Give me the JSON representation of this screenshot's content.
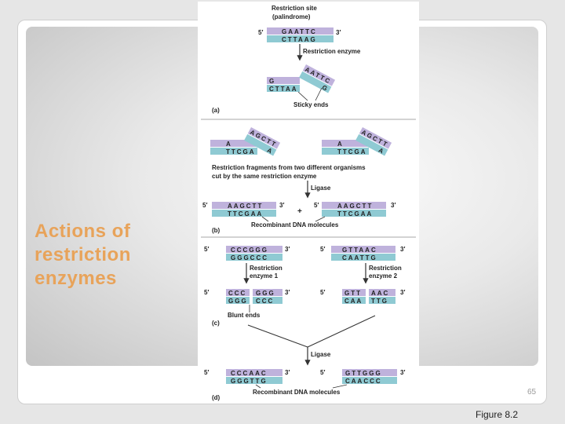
{
  "slide": {
    "title": "Actions of restriction enzymes",
    "page_number": "65",
    "caption": "Figure 8.2"
  },
  "figure": {
    "a": {
      "panel_label": "(a)",
      "header_line1": "Restriction site",
      "header_line2": "(palindrome)",
      "prime5": "5′",
      "prime3": "3′",
      "top_strand": "GAATTC",
      "bottom_strand": "CTTAAG",
      "enzyme_label": "Restriction enzyme",
      "left_top": "G",
      "left_bottom": "CTTAA",
      "right_top": "AATTC",
      "right_bottom": "G",
      "sticky_label": "Sticky ends"
    },
    "b": {
      "panel_label": "(b)",
      "frag_left_top": "A",
      "frag_left_bottom": "TTCGA",
      "frag_left_overhang": "AGCTT",
      "frag_left_end": "A",
      "frag_right_top": "A",
      "frag_right_bottom": "TTCGA",
      "frag_right_overhang": "AGCTT",
      "frag_right_end": "A",
      "desc_line1": "Restriction fragments from two different organisms",
      "desc_line2": "cut by the same restriction enzyme",
      "ligase_label": "Ligase",
      "prime5": "5′",
      "prime3": "3′",
      "result_top": "AAGCTT",
      "result_bottom": "TTCGAA",
      "plus": "+",
      "recombinant_label": "Recombinant DNA molecules"
    },
    "c": {
      "panel_label": "(c)",
      "prime5": "5′",
      "prime3": "3′",
      "left_top": "CCCGGG",
      "left_bottom": "GGGCCC",
      "right_top": "GTTAAC",
      "right_bottom": "CAATTG",
      "enzyme1_line1": "Restriction",
      "enzyme1_line2": "enzyme 1",
      "enzyme2_line1": "Restriction",
      "enzyme2_line2": "enzyme 2",
      "cut_left_top_a": "CCC",
      "cut_left_top_b": "GGG",
      "cut_left_bottom_a": "GGG",
      "cut_left_bottom_b": "CCC",
      "cut_right_top_a": "GTT",
      "cut_right_top_b": "AAC",
      "cut_right_bottom_a": "CAA",
      "cut_right_bottom_b": "TTG",
      "blunt_label": "Blunt ends"
    },
    "d": {
      "panel_label": "(d)",
      "ligase_label": "Ligase",
      "prime5": "5′",
      "prime3": "3′",
      "left_top": "CCCAAC",
      "left_bottom": "GGGTTG",
      "right_top": "GTTGGG",
      "right_bottom": "CAACCC",
      "recombinant_label": "Recombinant DNA molecules"
    },
    "colors": {
      "strand_purple": "#bfb2dc",
      "strand_teal": "#8fcad3",
      "text": "#222222",
      "rule": "#8a8a8a"
    }
  }
}
